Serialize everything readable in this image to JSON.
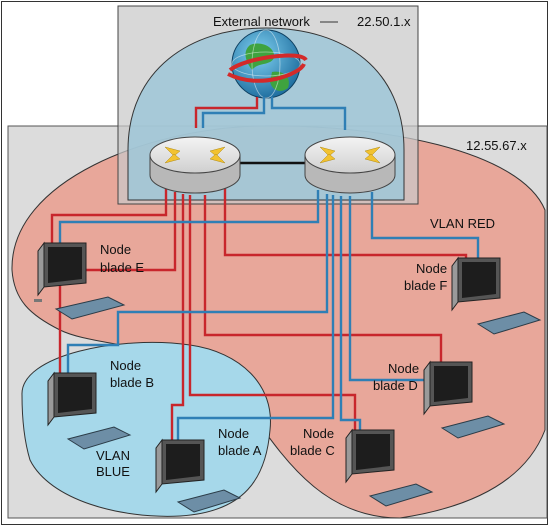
{
  "diagram": {
    "external_label": "External network",
    "external_ip": "22.50.1.x",
    "internal_ip": "12.55.67.x",
    "vlan_red_label": "VLAN RED",
    "vlan_blue_line1": "VLAN",
    "vlan_blue_line2": "BLUE",
    "nodes": [
      {
        "line1": "Node",
        "line2": "blade E"
      },
      {
        "line1": "Node",
        "line2": "blade F"
      },
      {
        "line1": "Node",
        "line2": "blade B"
      },
      {
        "line1": "Node",
        "line2": "blade D"
      },
      {
        "line1": "Node",
        "line2": "blade A"
      },
      {
        "line1": "Node",
        "line2": "blade C"
      }
    ]
  },
  "colors": {
    "red_link": "#c8262c",
    "blue_link": "#2f7fb5",
    "vlan_red_fill": "#e8a79a",
    "vlan_blue_fill": "#a6d8ea",
    "external_fill": "#c9c9c9",
    "internal_fill": "#dcdcdc"
  }
}
